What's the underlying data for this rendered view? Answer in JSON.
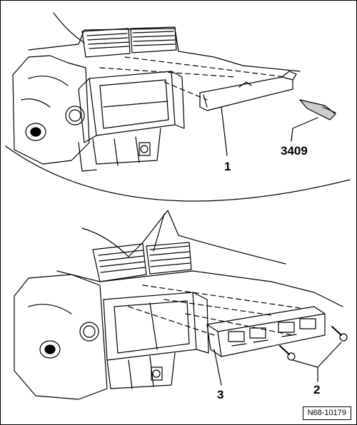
{
  "labels": {
    "part_1": "1",
    "tool_3409": "3409",
    "part_2": "2",
    "part_3": "3"
  },
  "figure_ref": "N68-10179",
  "colors": {
    "line": "#000000",
    "background": "#ffffff",
    "shade": "#cccccc"
  }
}
